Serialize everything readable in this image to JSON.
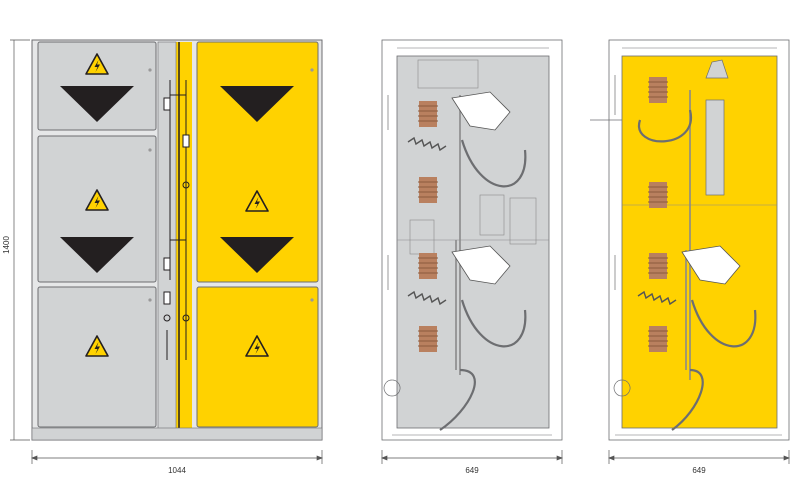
{
  "dimensions": {
    "front_width": "1044",
    "front_height": "1400",
    "section_a_width": "649",
    "section_b_width": "649"
  },
  "colors": {
    "grey_panel": "#d1d3d4",
    "yellow_panel": "#ffd200",
    "frame": "#e6e7e8",
    "outline": "#6d6e71",
    "insulator": "#b9805f",
    "busbar": "#909090",
    "arrow": "#231f20"
  },
  "front_view": {
    "left_cubicle": {
      "panels": [
        "warning-arrow",
        "warning-arrow",
        "warning"
      ]
    },
    "right_cubicle": {
      "panels": [
        "arrow-warning-arrow",
        "warning"
      ]
    }
  }
}
